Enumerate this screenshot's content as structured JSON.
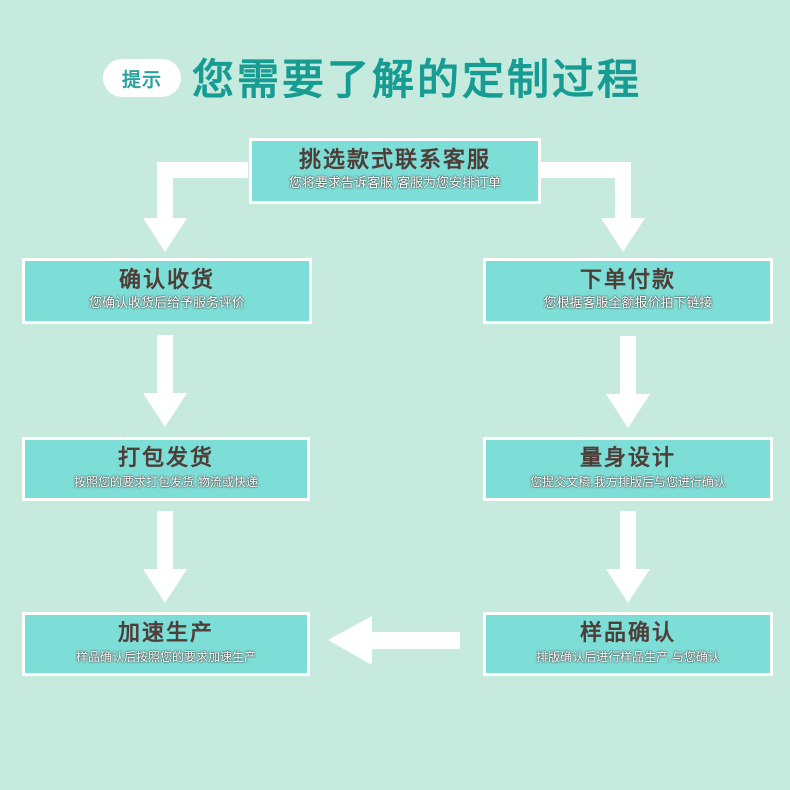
{
  "header": {
    "badge": "提示",
    "title": "您需要了解的定制过程"
  },
  "steps": {
    "select": {
      "title": "挑选款式联系客服",
      "desc": "您将要求告诉客服,客服为您安排订单"
    },
    "pay": {
      "title": "下单付款",
      "desc": "您根据客服全额报价拍下链接"
    },
    "design": {
      "title": "量身设计",
      "desc": "您提交文稿,我方排版后与您进行确认"
    },
    "sample": {
      "title": "样品确认",
      "desc": "排版确认后进行样品生产,与您确认"
    },
    "produce": {
      "title": "加速生产",
      "desc": "样品确认后按照您的要求加速生产"
    },
    "ship": {
      "title": "打包发货",
      "desc": "按照您的要求打包发货,物流或快递"
    },
    "receive": {
      "title": "确认收货",
      "desc": "您确认收货后给予服务评价"
    }
  },
  "colors": {
    "background": "#c6eade",
    "box": "#7dded8",
    "title": "#169c93",
    "arrow": "#ffffff"
  }
}
